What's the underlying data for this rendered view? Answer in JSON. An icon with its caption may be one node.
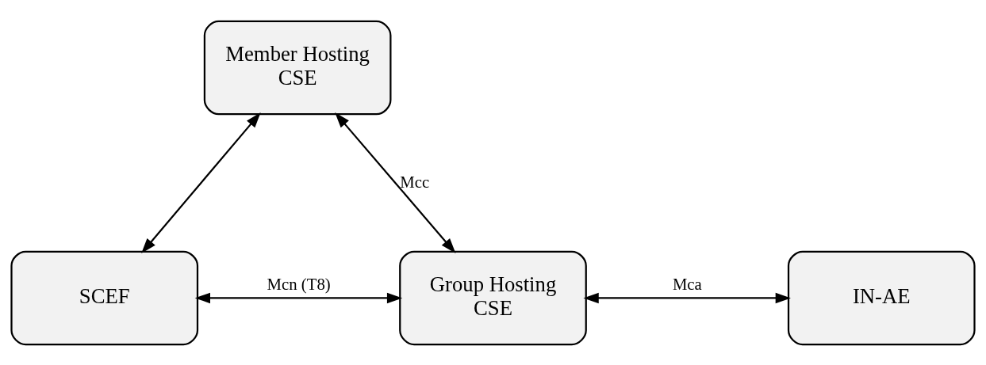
{
  "diagram": {
    "nodes": [
      {
        "text": [
          "Member Hosting CSE"
        ]
      },
      {
        "text": [
          "SCEF"
        ]
      },
      {
        "text": [
          "Group Hosting CSE"
        ]
      },
      {
        "text": [
          "IN-AE"
        ]
      }
    ],
    "edges": [
      {
        "from": 0,
        "to": 2,
        "arrow": "both",
        "label": "Mcc"
      },
      {
        "from": 0,
        "to": 1,
        "arrow": "both"
      },
      {
        "from": 1,
        "to": 2,
        "arrow": "both",
        "label": "Mcn (T8)"
      },
      {
        "from": 2,
        "to": 3,
        "arrow": "both",
        "label": "Mca"
      }
    ]
  }
}
